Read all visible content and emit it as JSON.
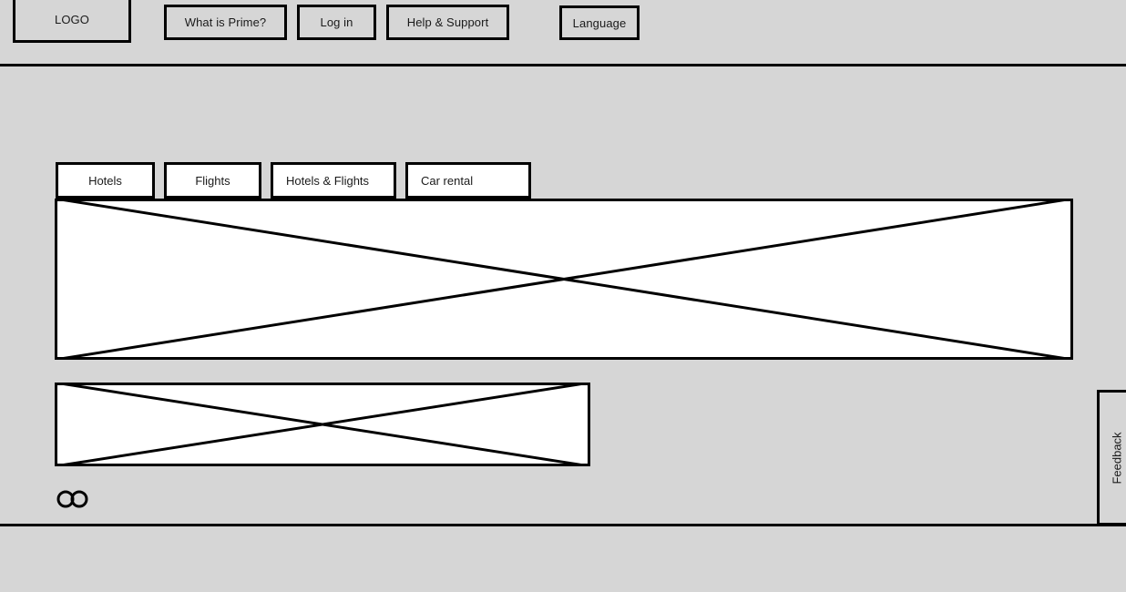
{
  "page": {
    "background_color": "#d6d6d6",
    "border_color": "#000000",
    "placeholder_fill": "#ffffff"
  },
  "header": {
    "logo": {
      "label": "LOGO",
      "icon": "logo-placeholder"
    },
    "nav_items": [
      {
        "id": "what-is-prime",
        "label": "What is Prime?"
      },
      {
        "id": "log-in",
        "label": "Log in"
      },
      {
        "id": "help-support",
        "label": "Help & Support"
      }
    ],
    "language_selector": {
      "label": "Language"
    }
  },
  "main": {
    "search_tabs": [
      {
        "id": "hotels",
        "label": "Hotels",
        "selected": false
      },
      {
        "id": "flights",
        "label": "Flights",
        "selected": false
      },
      {
        "id": "hotels-flights",
        "label": "Hotels & Flights",
        "selected": false
      },
      {
        "id": "car-rental",
        "label": "Car rental",
        "selected": false
      }
    ],
    "hero_placeholder": {
      "alt": "hero-image-placeholder"
    },
    "secondary_placeholder": {
      "alt": "secondary-image-placeholder"
    },
    "loop_icon": {
      "icon": "double-circle-icon"
    }
  },
  "feedback": {
    "label": "Feedback"
  }
}
